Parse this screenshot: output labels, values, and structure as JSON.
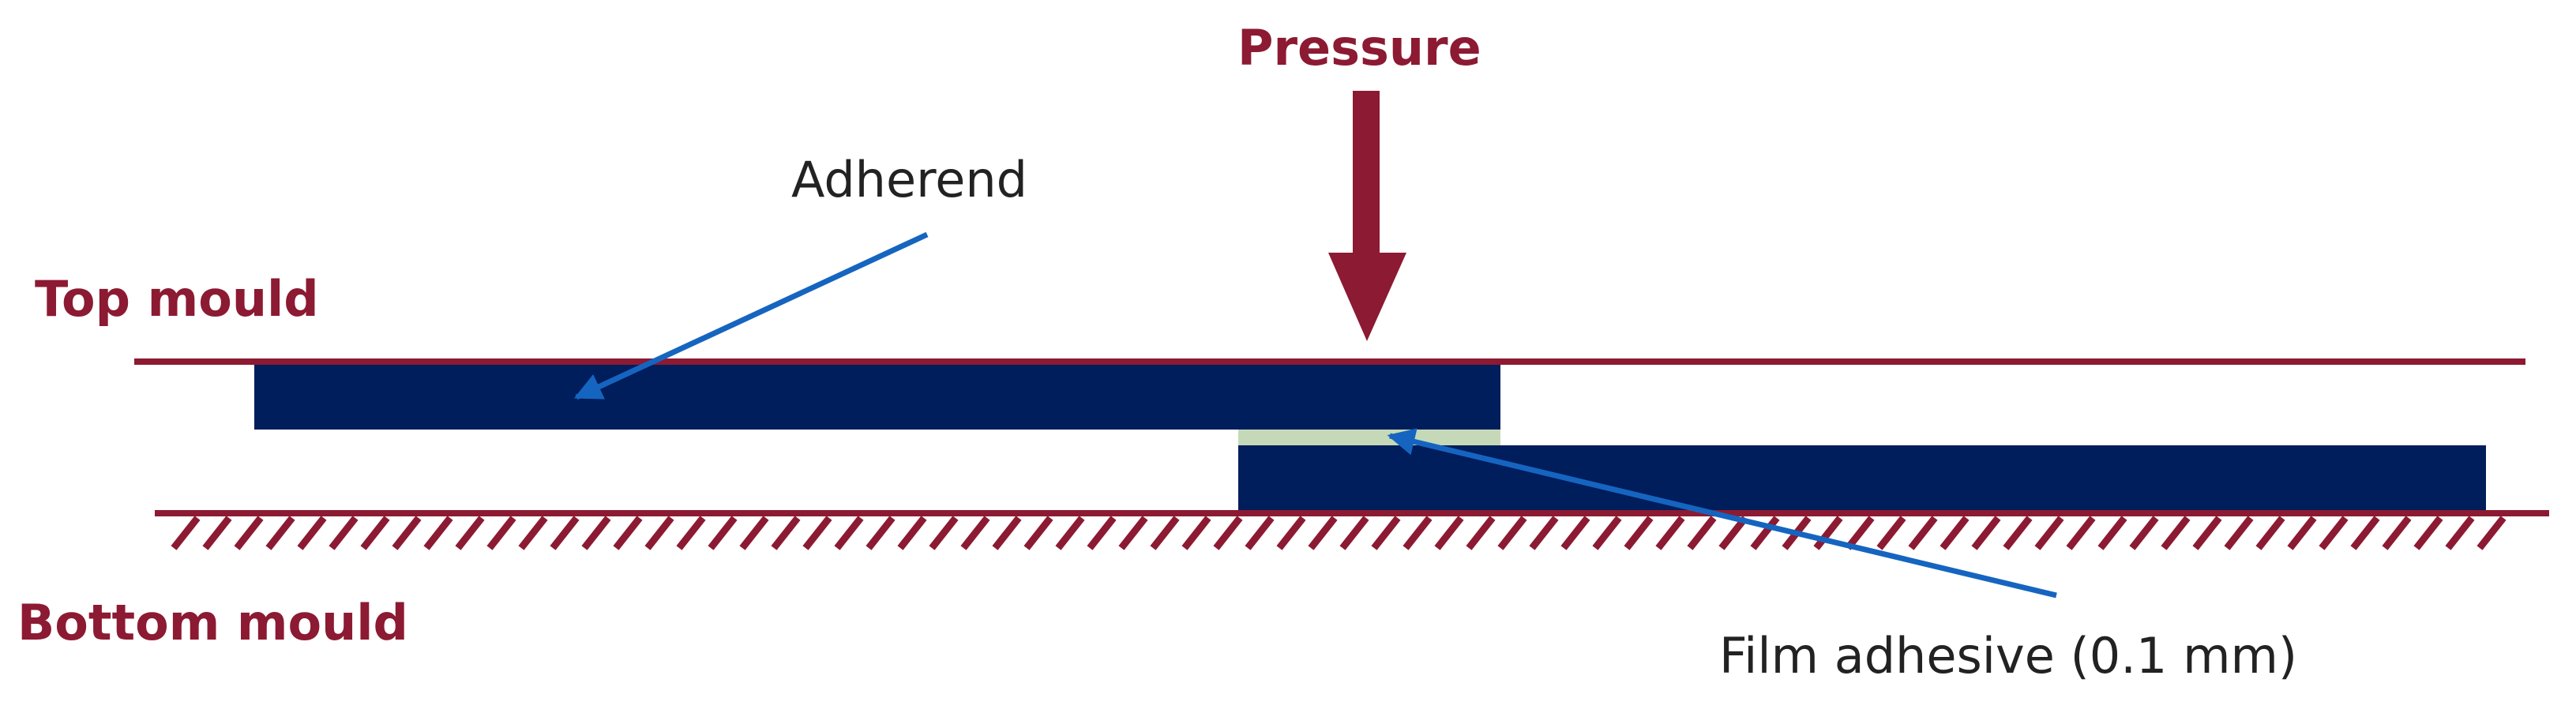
{
  "labels": {
    "pressure": "Pressure",
    "top_mould": "Top mould",
    "bottom_mould": "Bottom mould",
    "adherend": "Adherend",
    "film_adhesive": "Film adhesive (0.1 mm)"
  },
  "colors": {
    "mould": "#8c1a32",
    "adherend": "#001d5c",
    "film_adhesive": "#c5d9b8",
    "callout_arrow": "#1565c0",
    "pressure_arrow": "#8c1a32"
  },
  "icons": {
    "pressure_arrow": "down-arrow-icon",
    "callout": "leader-arrow-icon",
    "ground_hatch": "hatching"
  }
}
